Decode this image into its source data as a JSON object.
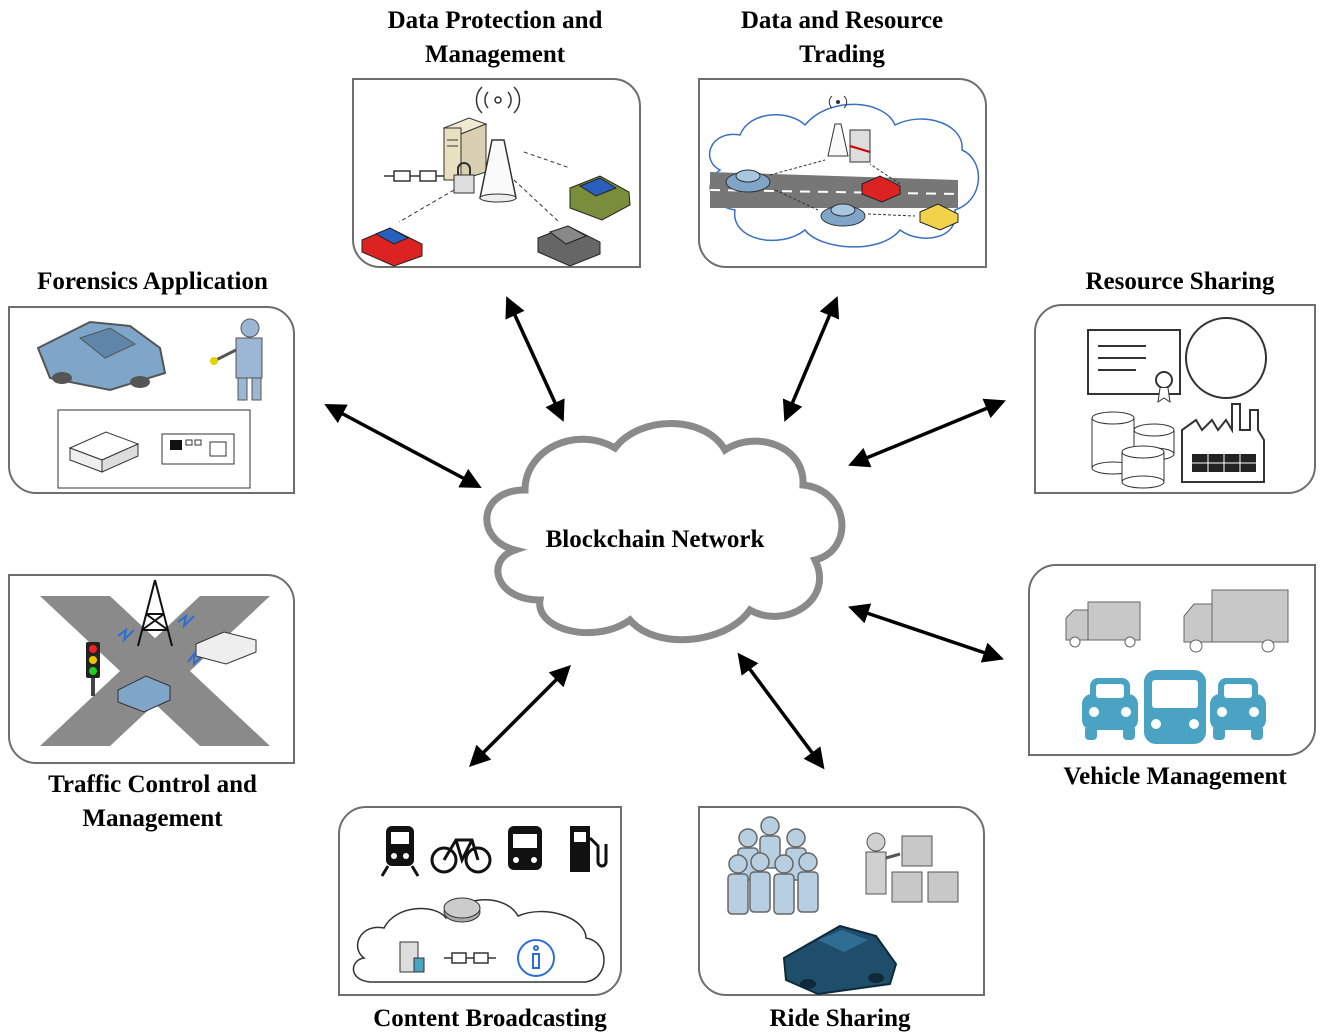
{
  "center": {
    "label": "Blockchain Network"
  },
  "nodes": {
    "data_protection": {
      "line1": "Data Protection and",
      "line2": "Management"
    },
    "data_trading": {
      "line1": "Data and Resource",
      "line2": "Trading"
    },
    "forensics": {
      "line1": "Forensics Application"
    },
    "resource_sharing": {
      "line1": "Resource Sharing"
    },
    "traffic_control": {
      "line1": "Traffic Control and",
      "line2": "Management"
    },
    "vehicle_management": {
      "line1": "Vehicle Management"
    },
    "content_broadcasting": {
      "line1": "Content Broadcasting"
    },
    "ride_sharing": {
      "line1": "Ride Sharing"
    }
  },
  "colors": {
    "border": "#6e6e6e",
    "cloud_stroke": "#8a8a8a",
    "car_blue": "#7fa6c9",
    "teal": "#4aa3c2",
    "ride_car": "#1f4e6a"
  }
}
